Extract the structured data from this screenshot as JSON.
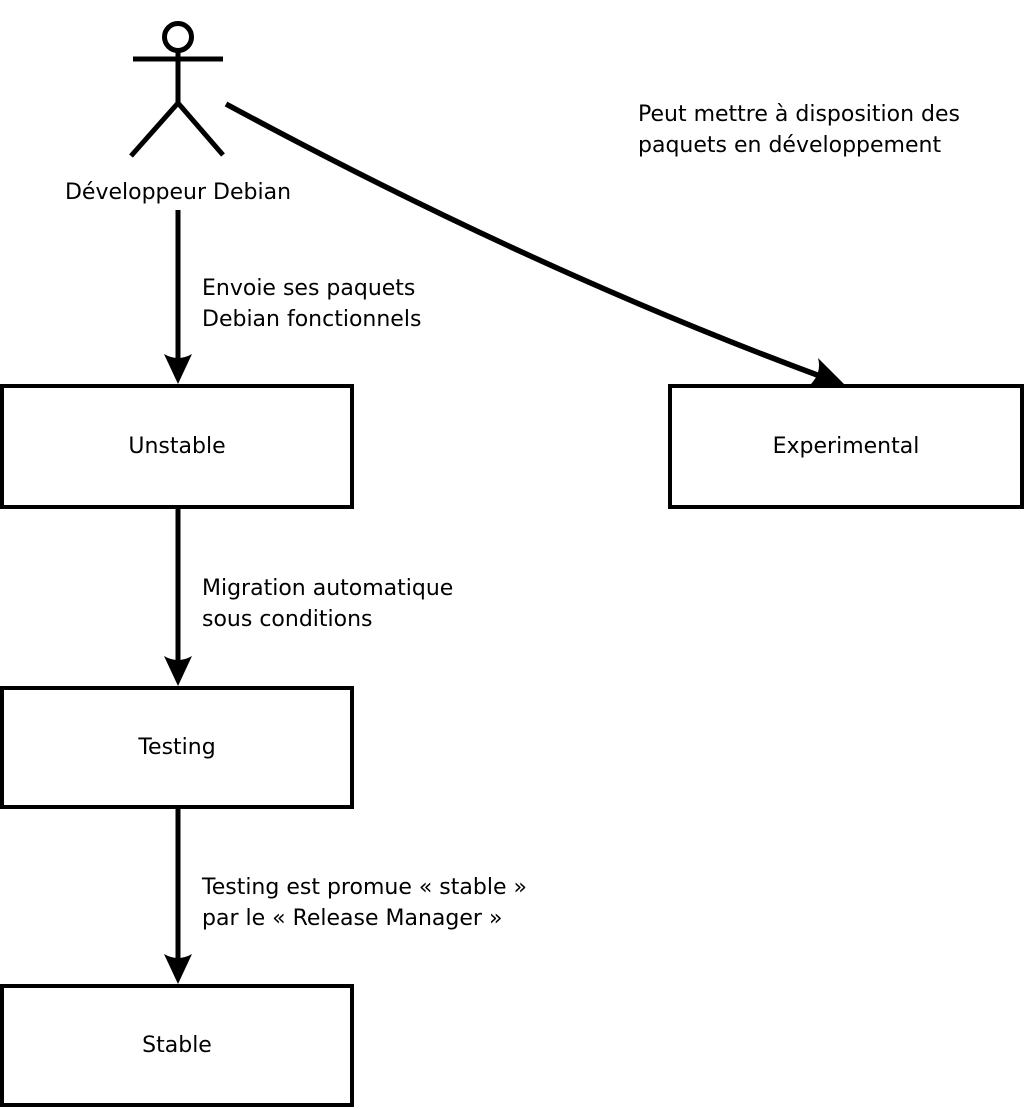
{
  "diagram": {
    "actor_label": "Développeur Debian",
    "boxes": {
      "unstable": "Unstable",
      "experimental": "Experimental",
      "testing": "Testing",
      "stable": "Stable"
    },
    "edge_labels": {
      "experimental": [
        "Peut mettre à disposition des",
        "paquets en développement"
      ],
      "unstable": [
        "Envoie ses paquets",
        "Debian fonctionnels"
      ],
      "testing": [
        "Migration automatique",
        "sous conditions"
      ],
      "stable": [
        "Testing est promue « stable »",
        "par le « Release Manager »"
      ]
    },
    "colors": {
      "line": "#000000",
      "background": "#ffffff",
      "box_fill": "#ffffff"
    }
  }
}
